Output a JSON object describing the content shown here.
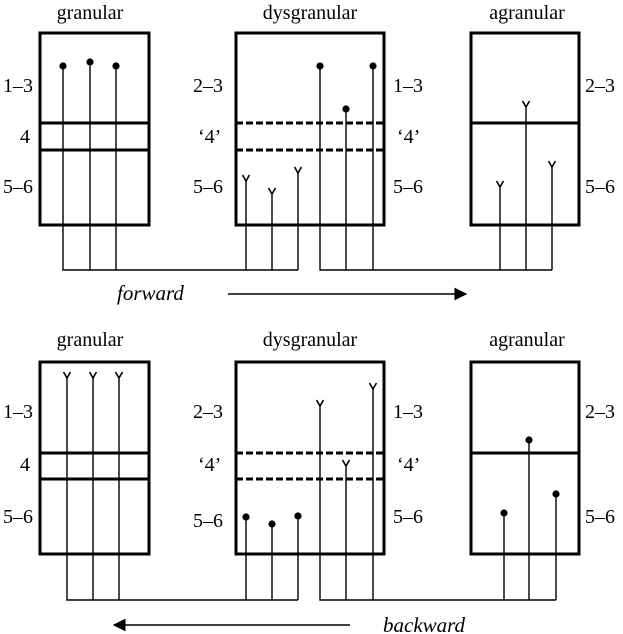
{
  "top_panel": {
    "areas": [
      {
        "title": "granular",
        "labels": [
          "1–3",
          "4",
          "5–6"
        ]
      },
      {
        "title": "dysgranular",
        "labels_left": [
          "2–3",
          "‘4’",
          "5–6"
        ],
        "labels_right": [
          "1–3",
          "‘4’",
          "5–6"
        ]
      },
      {
        "title": "agranular",
        "labels": [
          "2–3",
          "5–6"
        ]
      }
    ],
    "direction_label": "forward"
  },
  "bottom_panel": {
    "areas": [
      {
        "title": "granular",
        "labels": [
          "1–3",
          "4",
          "5–6"
        ]
      },
      {
        "title": "dysgranular",
        "labels_left": [
          "2–3",
          "‘4’",
          "5–6"
        ],
        "labels_right": [
          "1–3",
          "‘4’",
          "5–6"
        ]
      },
      {
        "title": "agranular",
        "labels": [
          "2–3",
          "5–6"
        ]
      }
    ],
    "direction_label": "backward"
  },
  "legend_marks": {
    "origin_marker": "dot",
    "termination_marker": "v-fork"
  }
}
